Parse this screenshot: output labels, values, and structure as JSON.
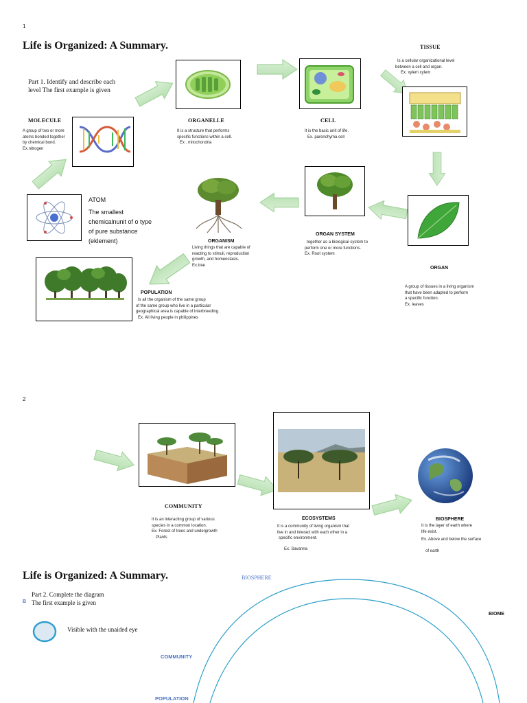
{
  "page1": {
    "num": "1",
    "title": "Life is Organized: A Summary.",
    "part_line1": "Part 1. Identify and describe each",
    "part_line2": "level  The first example is given",
    "tissue": {
      "label": "TISSUE",
      "desc1": "Is a cellular organizational level",
      "desc2": "between a cell and organ.",
      "ex": "Ex. xylem xylem"
    },
    "molecule": {
      "label": "MOLECULE",
      "desc1": "A group of two or more",
      "desc2": "atoms bonded together",
      "desc3": "by chemical bond.",
      "ex": "Ex.nitrogen"
    },
    "organelle": {
      "label": "ORGANELLE",
      "desc1": "It is a structure that performs",
      "desc2": "specific functions within a cell.",
      "ex": "Ex . mitochondria"
    },
    "cell": {
      "label": "CELL",
      "desc1": "It is the basic unit of life.",
      "ex": "Ex. parenchyma cell"
    },
    "atom": {
      "label": "ATOM",
      "line1": "The smallest",
      "line2": "chemicalnunit of o type",
      "line3": "of pure substance",
      "line4": "(eklement)"
    },
    "organism": {
      "label": "ORGANISM",
      "desc1": "Living things that are capable of",
      "desc2": "reacting to stimuli, reproduction",
      "desc3": "growth, and homeostasis.",
      "ex": "Ex.tree"
    },
    "organ_system": {
      "label": "ORGAN SYSTEM",
      "desc1": "together as a biological system to",
      "desc2": "perform one or more functions.",
      "ex": "Ex. Root system"
    },
    "organ": {
      "label": "ORGAN",
      "desc1": "A group of tissues in a living organism",
      "desc2": "that have been adapted to perform",
      "desc3": "a specific function.",
      "ex": "Ex. leaves"
    },
    "population": {
      "label": "POPULATION",
      "desc1": "Is all the organism of the same group",
      "desc2": "of the same group who live in a particular",
      "desc3": "geographical area is capable of interbreeding.",
      "ex": "Ex. All living people in philippines"
    }
  },
  "page2": {
    "num": "2",
    "community": {
      "label": "COMMUNITY",
      "desc1": "It is an interacting group of various",
      "desc2": "species in a common location.",
      "ex1": "Ex. Forest of trees and undergrowth",
      "ex2": "Plants"
    },
    "ecosystems": {
      "label": "ECOSYSTEMS",
      "desc1": "It is a community of living organism that",
      "desc2": "live in and interact with each other in a",
      "desc3": "specific environment.",
      "ex": "Ex. Savanna"
    },
    "biosphere": {
      "label": "BIOSPHERE",
      "desc1": "It is the layer of earth where",
      "desc2": "life exist.",
      "desc3": "Ex. Above and below the surface",
      "desc4": "of earth"
    }
  },
  "page3": {
    "title": "Life is Organized: A Summary.",
    "part_line1": "Part 2. Complete the diagram",
    "part_line2": "The first example is given",
    "marker": "B",
    "legend": "Visible with the unaided eye",
    "biosphere": "BIOSPHERE",
    "biome": "BIOME",
    "community": "COMMUNITY",
    "population": "POPULATION"
  },
  "colors": {
    "arrow_fill": "#c9e8c4",
    "arrow_stroke": "#9fd19a",
    "label_blue": "#4a72c4",
    "arc": "#2d9fc9"
  }
}
